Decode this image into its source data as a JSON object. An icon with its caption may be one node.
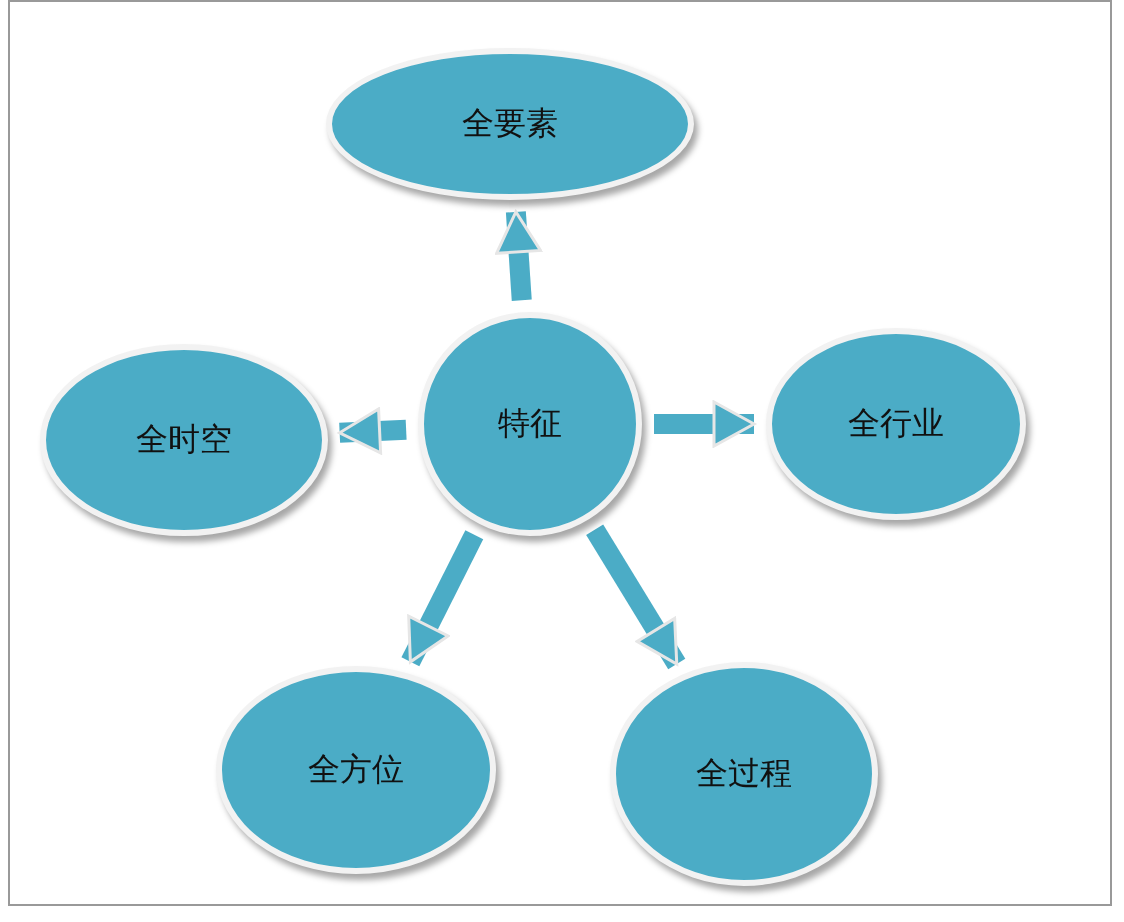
{
  "diagram": {
    "nodes": [
      {
        "text": [
          "全要素"
        ]
      },
      {
        "text": [
          "全时空"
        ]
      },
      {
        "text": [
          "特征"
        ]
      },
      {
        "text": [
          "全行业"
        ]
      },
      {
        "text": [
          "全方位"
        ]
      },
      {
        "text": [
          "全过程"
        ]
      }
    ],
    "edges": [
      {
        "from": 2,
        "to": 0,
        "arrow": "to"
      },
      {
        "from": 2,
        "to": 1,
        "arrow": "to"
      },
      {
        "from": 2,
        "to": 3,
        "arrow": "to"
      },
      {
        "from": 2,
        "to": 4,
        "arrow": "to"
      },
      {
        "from": 2,
        "to": 5,
        "arrow": "to"
      }
    ]
  }
}
